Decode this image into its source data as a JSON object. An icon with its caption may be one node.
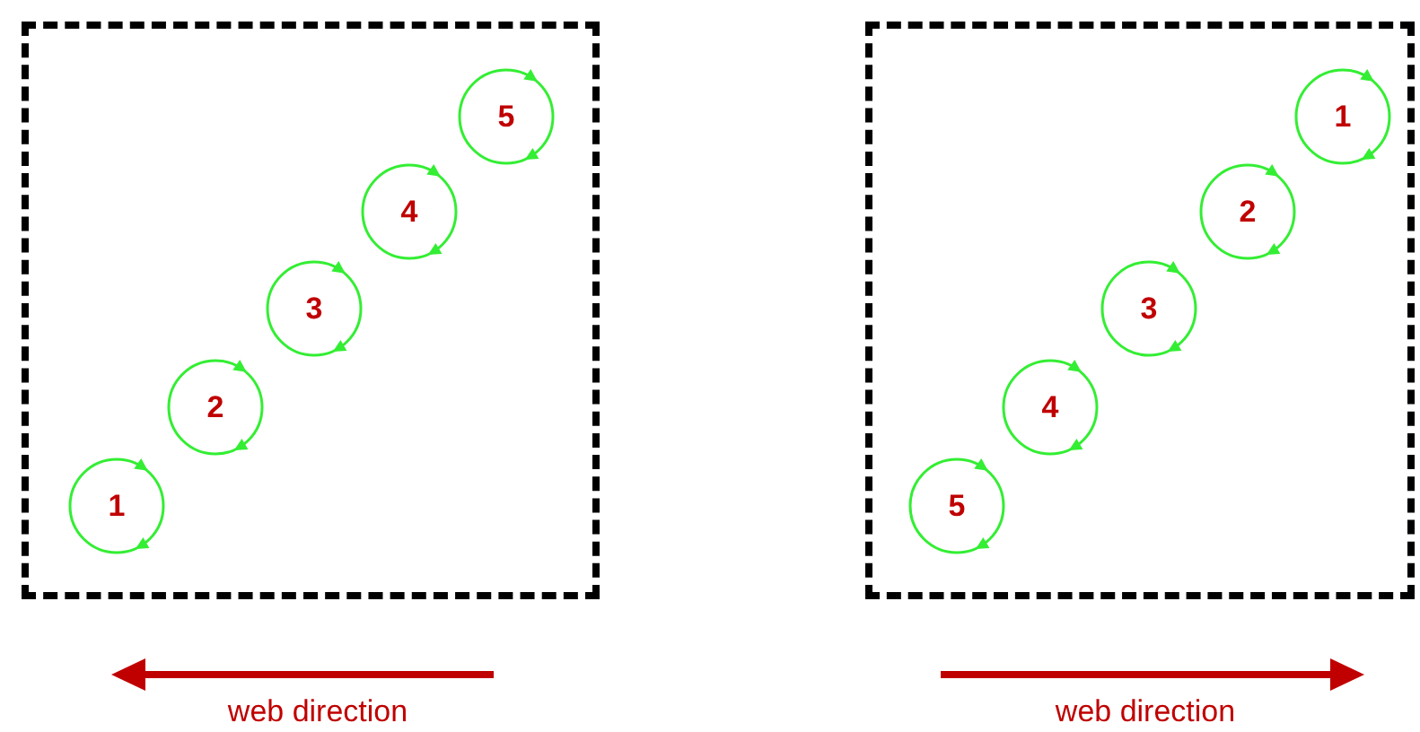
{
  "diagram": {
    "nodes": [
      {
        "text": [],
        "shape": "box"
      },
      {
        "text": [
          "1"
        ],
        "in": 0
      },
      {
        "text": [
          "2"
        ],
        "in": 0
      },
      {
        "text": [
          "3"
        ],
        "in": 0
      },
      {
        "text": [
          "4"
        ],
        "in": 0
      },
      {
        "text": [
          "5"
        ],
        "in": 0
      },
      {
        "text": [],
        "shape": "box"
      },
      {
        "text": [
          "1"
        ],
        "in": 6
      },
      {
        "text": [
          "2"
        ],
        "in": 6
      },
      {
        "text": [
          "3"
        ],
        "in": 6
      },
      {
        "text": [
          "4"
        ],
        "in": 6
      },
      {
        "text": [
          "5"
        ],
        "in": 6
      }
    ],
    "labels": [
      "web direction",
      "web direction"
    ]
  }
}
